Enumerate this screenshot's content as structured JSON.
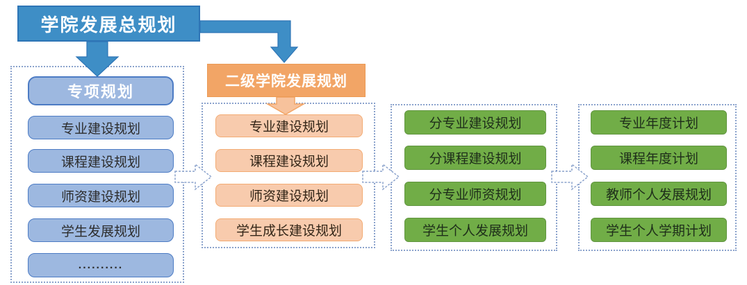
{
  "title_box": {
    "label": "学院发展总规划"
  },
  "level2_box": {
    "label": "二级学院发展规划"
  },
  "columns": [
    {
      "id": "special-plans",
      "header": "专项规划",
      "items": [
        "专业建设规划",
        "课程建设规划",
        "师资建设规划",
        "学生发展规划",
        ".........."
      ]
    },
    {
      "id": "secondary-college-plans",
      "items": [
        "专业建设规划",
        "课程建设规划",
        "师资建设规划",
        "学生成长建设规划"
      ]
    },
    {
      "id": "sub-discipline-plans",
      "items": [
        "分专业建设规划",
        "分课程建设规划",
        "分专业师资规划",
        "学生个人发展规划"
      ]
    },
    {
      "id": "annual-individual-plans",
      "items": [
        "专业年度计划",
        "课程年度计划",
        "教师个人发展规划",
        "学生个人学期计划"
      ]
    }
  ],
  "colors": {
    "primary_blue": "#3E8EC6",
    "primary_blue_border": "#2E75B6",
    "light_blue": "#9DB8E0",
    "light_blue_border": "#4C7BC4",
    "orange": "#F2A566",
    "peach": "#F8CBAD",
    "peach_border": "#F3AB73",
    "green": "#71AD47",
    "green_border": "#619540",
    "dashed_border": "#8AA2CC"
  }
}
